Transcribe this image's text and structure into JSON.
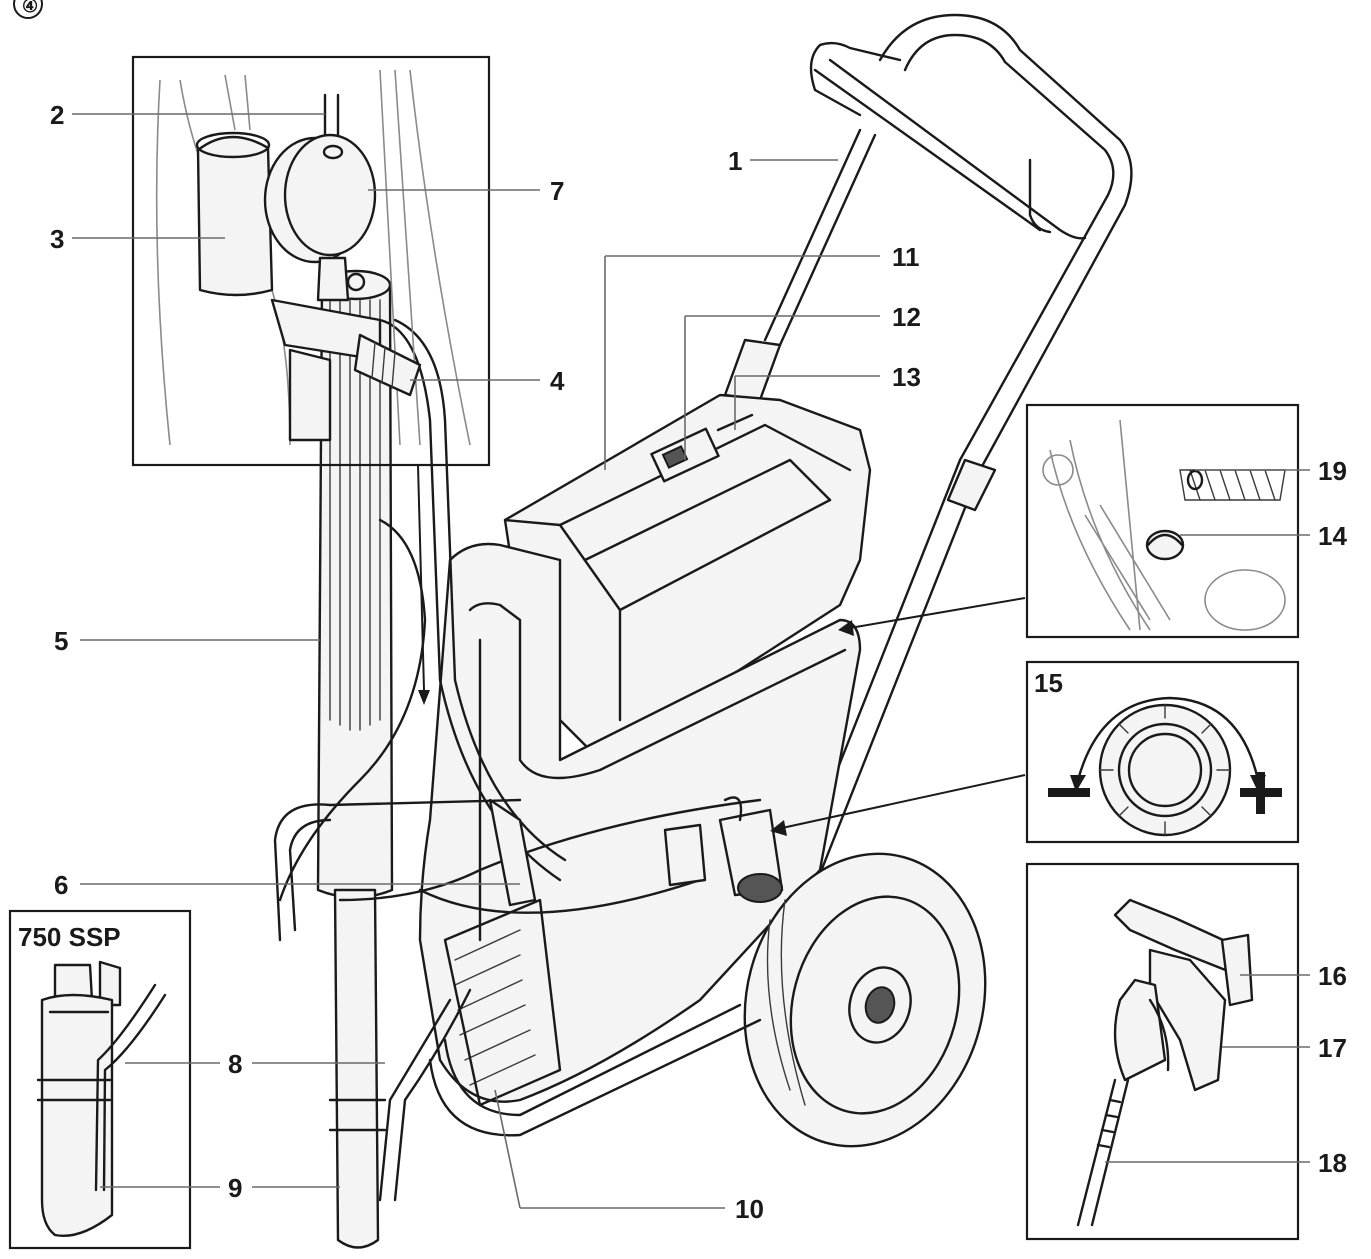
{
  "figure_number": "④",
  "inset_title_750": "750 SSP",
  "inset_title_15": "15",
  "minus_sign": "–",
  "plus_sign": "+",
  "callouts": {
    "c1": "1",
    "c2": "2",
    "c3": "3",
    "c4": "4",
    "c5": "5",
    "c6": "6",
    "c7": "7",
    "c8": "8",
    "c9": "9",
    "c10": "10",
    "c11": "11",
    "c12": "12",
    "c13": "13",
    "c14": "14",
    "c15": "15",
    "c16": "16",
    "c17": "17",
    "c18": "18",
    "c19": "19"
  },
  "icons": [
    "pressure-gauge-icon",
    "pressure-knob-icon",
    "spray-gun-icon",
    "wheel-icon"
  ],
  "colors": {
    "ink": "#1a1a1a",
    "leader": "#6a6a6a",
    "background": "#ffffff"
  }
}
